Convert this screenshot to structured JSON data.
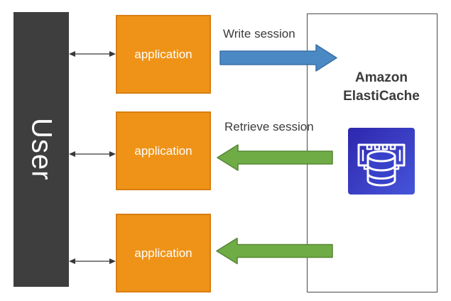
{
  "diagram": {
    "user": {
      "label": "User"
    },
    "applications": [
      {
        "label": "application"
      },
      {
        "label": "application"
      },
      {
        "label": "application"
      }
    ],
    "cache": {
      "name_line1": "Amazon",
      "name_line2": "ElastiCache",
      "icon": "elasticache-icon"
    },
    "flows": [
      {
        "label": "Write session",
        "from": "application-1",
        "to": "elasticache",
        "direction": "right",
        "color": "#4A89C4"
      },
      {
        "label": "Retrieve session",
        "from": "elasticache",
        "to": "application-2",
        "direction": "left",
        "color": "#6FAC46"
      },
      {
        "label": "",
        "from": "elasticache",
        "to": "application-3",
        "direction": "left",
        "color": "#6FAC46"
      }
    ],
    "connectors": [
      {
        "between": "user and application-1",
        "type": "double-arrow"
      },
      {
        "between": "user and application-2",
        "type": "double-arrow"
      },
      {
        "between": "user and application-3",
        "type": "double-arrow"
      }
    ],
    "colors": {
      "user_fill": "#3E3E3E",
      "application_fill": "#EF9318",
      "application_border": "#D87E12",
      "write_arrow_fill": "#4A89C4",
      "write_arrow_border": "#3A71A5",
      "retrieve_arrow_fill": "#6FAC46",
      "retrieve_arrow_border": "#568634",
      "cache_box_border": "#4A4A4A",
      "icon_gradient_start": "#2E27AD",
      "icon_gradient_end": "#4655D9",
      "text": "#3B3B3B"
    }
  }
}
